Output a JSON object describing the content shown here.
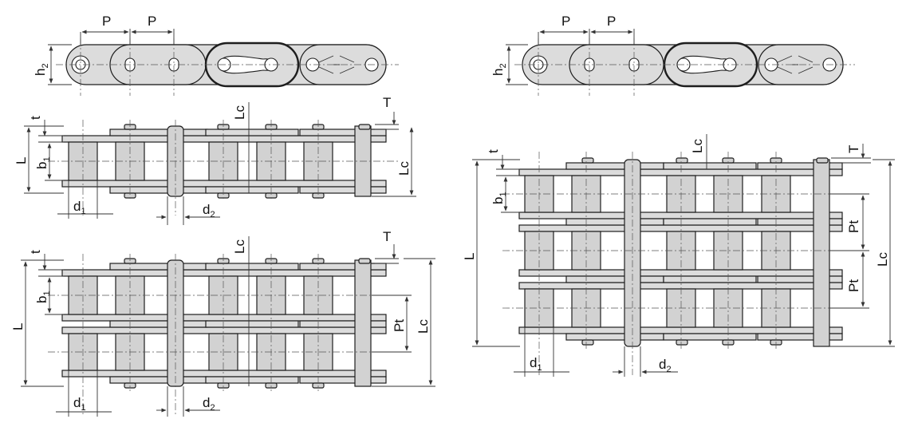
{
  "labels": {
    "pitch": "P",
    "plate_height_main": "h",
    "plate_height_sub": "2",
    "plate_thickness": "t",
    "roller_width_main": "b",
    "roller_width_sub": "1",
    "roller_dia_main": "d",
    "roller_dia_sub": "1",
    "pin_dia_main": "d",
    "pin_dia_sub": "2",
    "overall_length": "L",
    "length_connecting": "Lc",
    "cotter_thickness": "T",
    "transverse_pitch": "Pt"
  },
  "views": [
    "side-view-left",
    "side-view-right",
    "top-view-simplex",
    "top-view-duplex",
    "top-view-triplex"
  ],
  "colors": {
    "part_fill": "#dcdcdc",
    "outline": "#1e1e1e",
    "dimension": "#333333",
    "background": "#ffffff"
  }
}
